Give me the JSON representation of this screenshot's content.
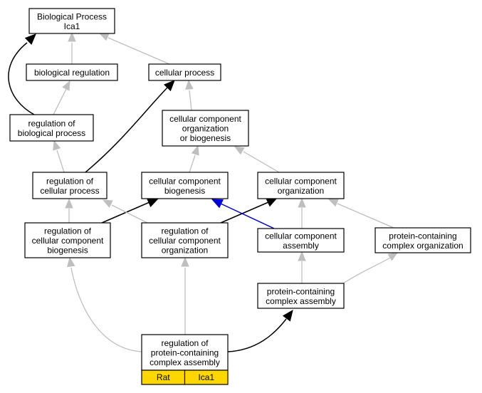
{
  "nodes": {
    "bp": {
      "lines": [
        "Biological Process",
        "Ica1"
      ]
    },
    "breg": {
      "lines": [
        "biological regulation"
      ]
    },
    "cproc": {
      "lines": [
        "cellular process"
      ]
    },
    "rbp": {
      "lines": [
        "regulation of",
        "biological process"
      ]
    },
    "ccob": {
      "lines": [
        "cellular component",
        "organization",
        "or biogenesis"
      ]
    },
    "rcp": {
      "lines": [
        "regulation of",
        "cellular process"
      ]
    },
    "ccb": {
      "lines": [
        "cellular component",
        "biogenesis"
      ]
    },
    "cco": {
      "lines": [
        "cellular component",
        "organization"
      ]
    },
    "rccb": {
      "lines": [
        "regulation of",
        "cellular component",
        "biogenesis"
      ]
    },
    "rcco": {
      "lines": [
        "regulation of",
        "cellular component",
        "organization"
      ]
    },
    "cca": {
      "lines": [
        "cellular component",
        "assembly"
      ]
    },
    "pcco": {
      "lines": [
        "protein-containing",
        "complex organization"
      ]
    },
    "pcca": {
      "lines": [
        "protein-containing",
        "complex assembly"
      ]
    },
    "rpcca": {
      "lines": [
        "regulation of",
        "protein-containing",
        "complex assembly"
      ]
    }
  },
  "gene": {
    "species": "Rat",
    "symbol": "Ica1",
    "color": "#ffd700"
  },
  "edge_colors": {
    "is_a": "#bfbfbf",
    "regulates": "#000000",
    "part_of": "#0000dd"
  },
  "edges": [
    {
      "from": "breg",
      "to": "bp",
      "type": "is_a"
    },
    {
      "from": "cproc",
      "to": "bp",
      "type": "is_a"
    },
    {
      "from": "rbp",
      "to": "bp",
      "type": "regulates"
    },
    {
      "from": "rbp",
      "to": "breg",
      "type": "is_a"
    },
    {
      "from": "ccob",
      "to": "cproc",
      "type": "is_a"
    },
    {
      "from": "rcp",
      "to": "rbp",
      "type": "is_a"
    },
    {
      "from": "rcp",
      "to": "cproc",
      "type": "regulates"
    },
    {
      "from": "ccb",
      "to": "ccob",
      "type": "is_a"
    },
    {
      "from": "cco",
      "to": "ccob",
      "type": "is_a"
    },
    {
      "from": "rccb",
      "to": "rcp",
      "type": "is_a"
    },
    {
      "from": "rccb",
      "to": "ccb",
      "type": "regulates"
    },
    {
      "from": "rcco",
      "to": "rcp",
      "type": "is_a"
    },
    {
      "from": "rcco",
      "to": "cco",
      "type": "regulates"
    },
    {
      "from": "cca",
      "to": "ccb",
      "type": "part_of"
    },
    {
      "from": "cca",
      "to": "cco",
      "type": "is_a"
    },
    {
      "from": "pcco",
      "to": "cco",
      "type": "is_a"
    },
    {
      "from": "pcca",
      "to": "cca",
      "type": "is_a"
    },
    {
      "from": "pcca",
      "to": "pcco",
      "type": "is_a"
    },
    {
      "from": "rpcca",
      "to": "rccb",
      "type": "is_a"
    },
    {
      "from": "rpcca",
      "to": "rcco",
      "type": "is_a"
    },
    {
      "from": "rpcca",
      "to": "pcca",
      "type": "regulates"
    }
  ]
}
